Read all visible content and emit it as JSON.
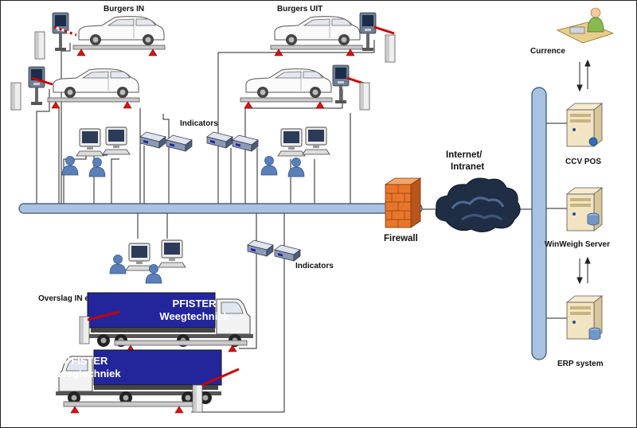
{
  "labels": {
    "burgers_in": "Burgers IN",
    "burgers_uit": "Burgers UIT",
    "indicators_top": "Indicators",
    "indicators_bottom": "Indicators",
    "overslag": "Overslag IN en UIT",
    "firewall": "Firewall",
    "internet_line1": "Internet/",
    "internet_line2": "Intranet",
    "currence": "Currence",
    "ccv_pos": "CCV POS",
    "winweigh": "WinWeigh Server",
    "erp": "ERP system"
  },
  "trucks": {
    "truck1_line1": "PFISTER",
    "truck1_line2": "Weegtechniek",
    "truck2_line1": "PFISTER",
    "truck2_line2": "Weegtechniek"
  },
  "colors": {
    "bus_fill": "#a9c2e2",
    "bus_stroke": "#36506e",
    "truck_panel": "#23269a",
    "marker_red": "#dd1111",
    "platform_gray": "#c9c9c9",
    "firewall_orange": "#e8762a",
    "cloud_dark": "#1f2e45",
    "user_blue": "#5b80b9"
  }
}
